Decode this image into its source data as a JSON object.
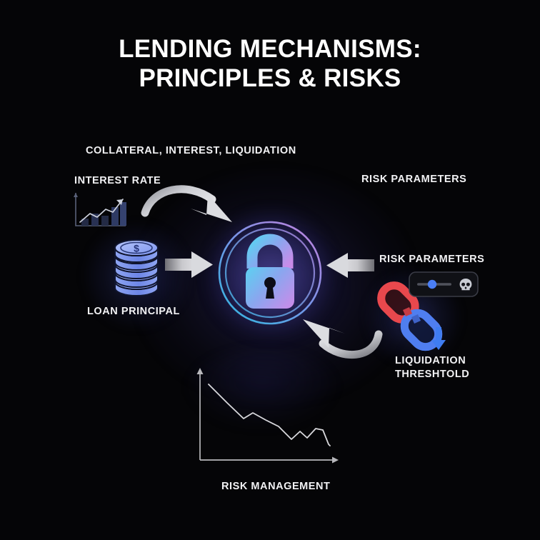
{
  "title": {
    "line1": "LENDING MECHANISMS:",
    "line2": "PRINCIPLES & RISKS"
  },
  "labels": {
    "collateral": "COLLATERAL, INTEREST, LIQUIDATION",
    "interest_rate": "INTEREST RATE",
    "risk_parameters_top": "RISK PARAMETERS",
    "risk_parameters_mid": "RISK PARAMETERS",
    "loan_principal": "LOAN PRINCIPAL",
    "liquidation_threshold": "LIQUIDATION THRESHTOLD",
    "risk_management": "RISK MANAGEMENT"
  },
  "icons": {
    "center": "lock-icon",
    "money": "coin-stack-icon",
    "growth": "bar-chart-icon",
    "break": "broken-chain-icon",
    "danger": "skull-icon",
    "down": "down-arrow-icon",
    "control": "slider-icon"
  },
  "colors": {
    "background": "#050507",
    "title_text": "#ffffff",
    "label_text": "#f2f2f4",
    "lock_gradient_start": "#5ec8f0",
    "lock_gradient_end": "#c58ae8",
    "ring_cyan": "#3fb8e8",
    "ring_purple": "#b97fe0",
    "coin_face": "#9fb4f5",
    "coin_edge": "#6f86e0",
    "coin_dark": "#1a1f3d",
    "arrow_silver": "#c9c9cd",
    "arrow_silver_dark": "#6e6e74",
    "chain_red": "#e8454a",
    "chain_blue": "#4f7ef0",
    "slider_knob": "#4a7ef5",
    "slider_track": "#50525c",
    "widget_border": "#3a3c46",
    "chart_line": "#d8d8dc",
    "chart_axis": "#b8b8bc",
    "bar_fill": "#2a3352"
  },
  "slider": {
    "knob_position_pct": 42,
    "skull_glyph": "☠"
  },
  "chart_data": [
    {
      "id": "interest-rate-bar-chart",
      "type": "bar",
      "title": "INTEREST RATE",
      "categories": [
        "1",
        "2",
        "3",
        "4",
        "5"
      ],
      "values": [
        12,
        30,
        26,
        58,
        72
      ],
      "ylim": [
        0,
        80
      ],
      "xlabel": "",
      "ylabel": "",
      "grid": false,
      "legend": false,
      "annotation": "rising trend arrow overlaid"
    },
    {
      "id": "risk-management-line-chart",
      "type": "line",
      "title": "RISK MANAGEMENT",
      "x": [
        0,
        14,
        26,
        33,
        43,
        52,
        62,
        68,
        74,
        80,
        86,
        92,
        98
      ],
      "values": [
        92,
        67,
        46,
        53,
        44,
        36,
        18,
        31,
        21,
        34,
        32,
        12,
        12
      ],
      "ylim": [
        0,
        100
      ],
      "xlim": [
        0,
        100
      ],
      "xlabel": "",
      "ylabel": "",
      "grid": false,
      "legend": false,
      "annotation": "declining volatile trend"
    }
  ]
}
